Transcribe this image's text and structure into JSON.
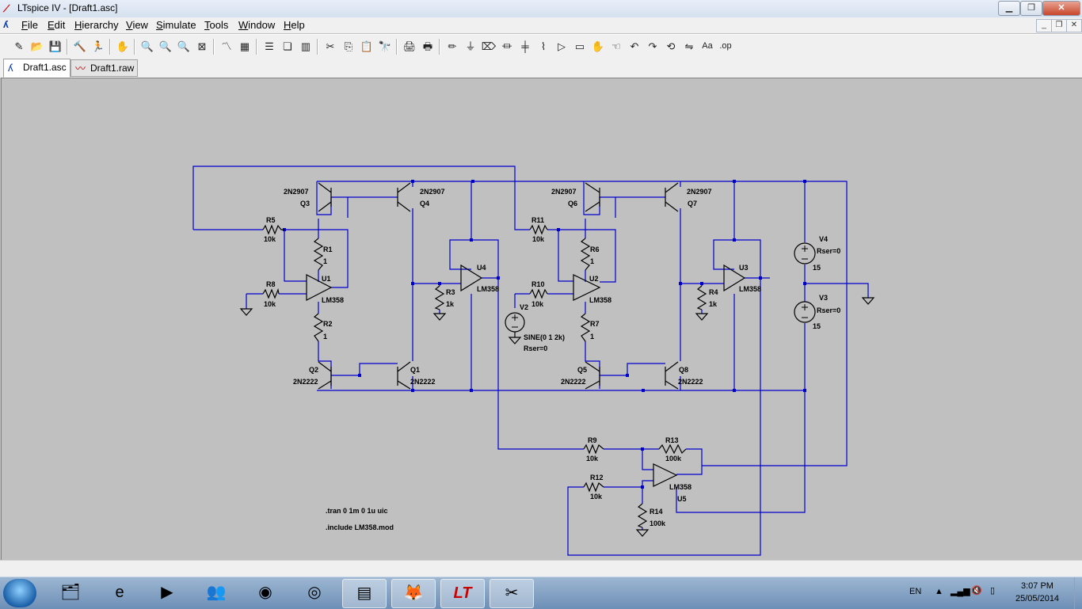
{
  "window": {
    "title": "LTspice IV - [Draft1.asc]"
  },
  "menu": [
    {
      "label": "File",
      "u": "F",
      "rest": "ile"
    },
    {
      "label": "Edit",
      "u": "E",
      "rest": "dit"
    },
    {
      "label": "Hierarchy",
      "u": "H",
      "rest": "ierarchy"
    },
    {
      "label": "View",
      "u": "V",
      "rest": "iew"
    },
    {
      "label": "Simulate",
      "u": "S",
      "rest": "imulate"
    },
    {
      "label": "Tools",
      "u": "T",
      "rest": "ools"
    },
    {
      "label": "Window",
      "u": "W",
      "rest": "indow"
    },
    {
      "label": "Help",
      "u": "H",
      "rest": "elp"
    }
  ],
  "tabs": [
    {
      "label": "Draft1.asc",
      "icon": "schematic-icon",
      "active": true
    },
    {
      "label": "Draft1.raw",
      "icon": "waveform-icon",
      "active": false
    }
  ],
  "toolbar_icons": [
    "new-schematic-icon",
    "open-icon",
    "save-icon",
    "control-panel-icon",
    "run-icon",
    "halt-icon",
    "zoom-in-icon",
    "pan-icon",
    "zoom-out-icon",
    "zoom-fit-icon",
    "autorange-icon",
    "grid-icon",
    "tile-horizontal-icon",
    "cascade-icon",
    "tile-vertical-icon",
    "cut-icon",
    "copy-icon",
    "paste-icon",
    "find-icon",
    "print-setup-icon",
    "print-icon",
    "draw-wire-icon",
    "ground-icon",
    "label-net-icon",
    "resistor-icon",
    "capacitor-icon",
    "inductor-icon",
    "diode-icon",
    "component-icon",
    "move-icon",
    "drag-icon",
    "undo-icon",
    "redo-icon",
    "rotate-icon",
    "mirror-icon",
    "text-icon",
    "spice-directive-icon"
  ],
  "schematic": {
    "labels": {
      "q3_model": "2N2907",
      "q3": "Q3",
      "q4_model": "2N2907",
      "q4": "Q4",
      "q6_model": "2N2907",
      "q6": "Q6",
      "q7_model": "2N2907",
      "q7": "Q7",
      "q2": "Q2",
      "q2_model": "2N2222",
      "q1": "Q1",
      "q1_model": "2N2222",
      "q5": "Q5",
      "q5_model": "2N2222",
      "q8": "Q8",
      "q8_model": "2N2222",
      "r5": "R5",
      "r5_val": "10k",
      "r1": "R1",
      "r1_val": "1",
      "r8": "R8",
      "r8_val": "10k",
      "r2": "R2",
      "r2_val": "1",
      "u1": "U1",
      "u1_model": "LM358",
      "u4": "U4",
      "u4_model": "LM358",
      "r3": "R3",
      "r3_val": "1k",
      "r11": "R11",
      "r11_val": "10k",
      "r6": "R6",
      "r6_val": "1",
      "r10": "R10",
      "r10_val": "10k",
      "u2": "U2",
      "u2_model": "LM358",
      "r7": "R7",
      "r7_val": "1",
      "v2": "V2",
      "v2_val": "SINE(0 1 2k)",
      "v2_rser": "Rser=0",
      "u3": "U3",
      "u3_model": "LM358",
      "r4": "R4",
      "r4_val": "1k",
      "v4": "V4",
      "v4_rser": "Rser=0",
      "v4_val": "15",
      "v3": "V3",
      "v3_rser": "Rser=0",
      "v3_val": "15",
      "r9": "R9",
      "r9_val": "10k",
      "r13": "R13",
      "r13_val": "100k",
      "r12": "R12",
      "r12_val": "10k",
      "u5_model": "LM358",
      "u5": "U5",
      "r14": "R14",
      "r14_val": "100k",
      "directive_tran": ".tran 0 1m 0 1u uic",
      "directive_include": ".include LM358.mod"
    }
  },
  "taskbar": {
    "apps": [
      {
        "name": "explorer-icon",
        "glyph": "🗂"
      },
      {
        "name": "internet-explorer-icon",
        "glyph": "e"
      },
      {
        "name": "media-player-icon",
        "glyph": "▶"
      },
      {
        "name": "people-icon",
        "glyph": "👥"
      },
      {
        "name": "picasa-icon",
        "glyph": "◉"
      },
      {
        "name": "chrome-icon",
        "glyph": "◎"
      },
      {
        "name": "sticky-notes-icon",
        "glyph": "▤"
      },
      {
        "name": "firefox-icon",
        "glyph": "🦊"
      },
      {
        "name": "ltspice-icon",
        "glyph": "LT"
      },
      {
        "name": "snipping-tool-icon",
        "glyph": "✂"
      }
    ],
    "language": "EN",
    "time": "3:07 PM",
    "date": "25/05/2014"
  }
}
